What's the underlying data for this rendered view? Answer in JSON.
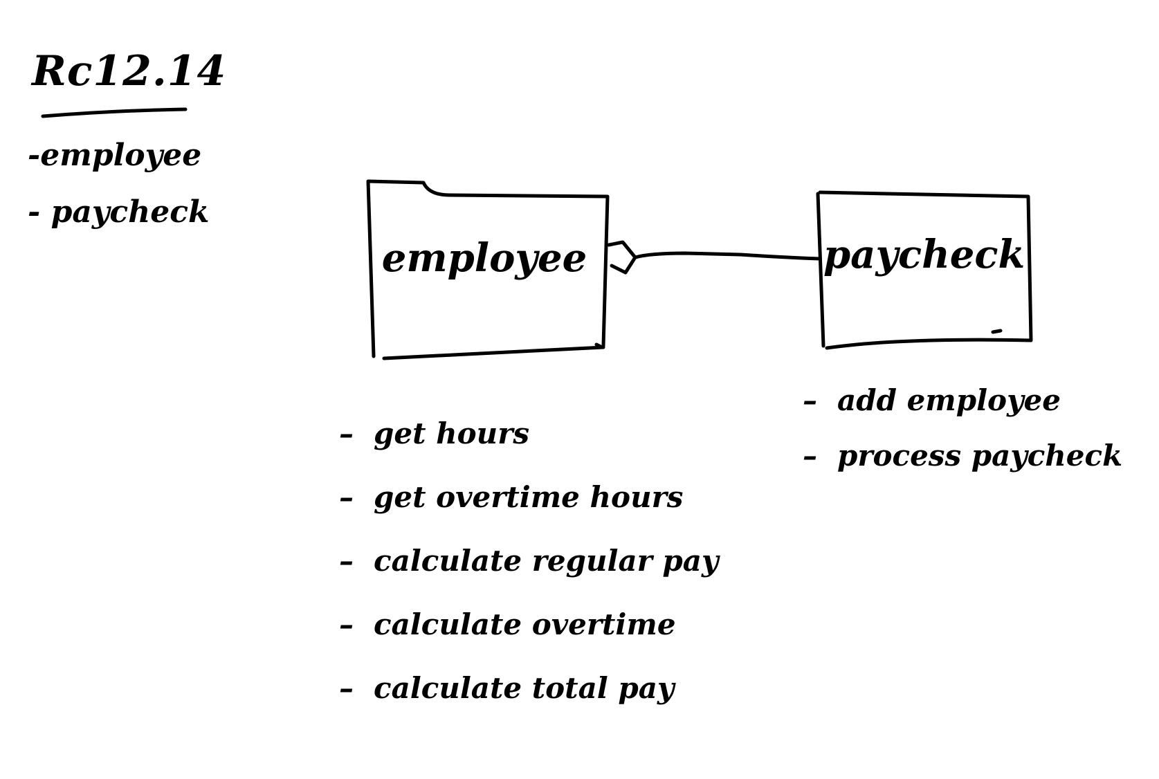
{
  "title": "Rc12.14",
  "classes_list": [
    "-employee",
    "- paycheck"
  ],
  "employee_box": {
    "label": "employee",
    "methods": [
      "get hours",
      "get overtime hours",
      "calculate regular pay",
      "calculate overtime",
      "calculate total pay"
    ]
  },
  "paycheck_box": {
    "label": "paycheck",
    "methods": [
      "add employee",
      "process paycheck"
    ]
  },
  "relationship": {
    "from": "employee",
    "to": "paycheck"
  },
  "colors": {
    "ink": "#000000",
    "paper": "#ffffff"
  }
}
